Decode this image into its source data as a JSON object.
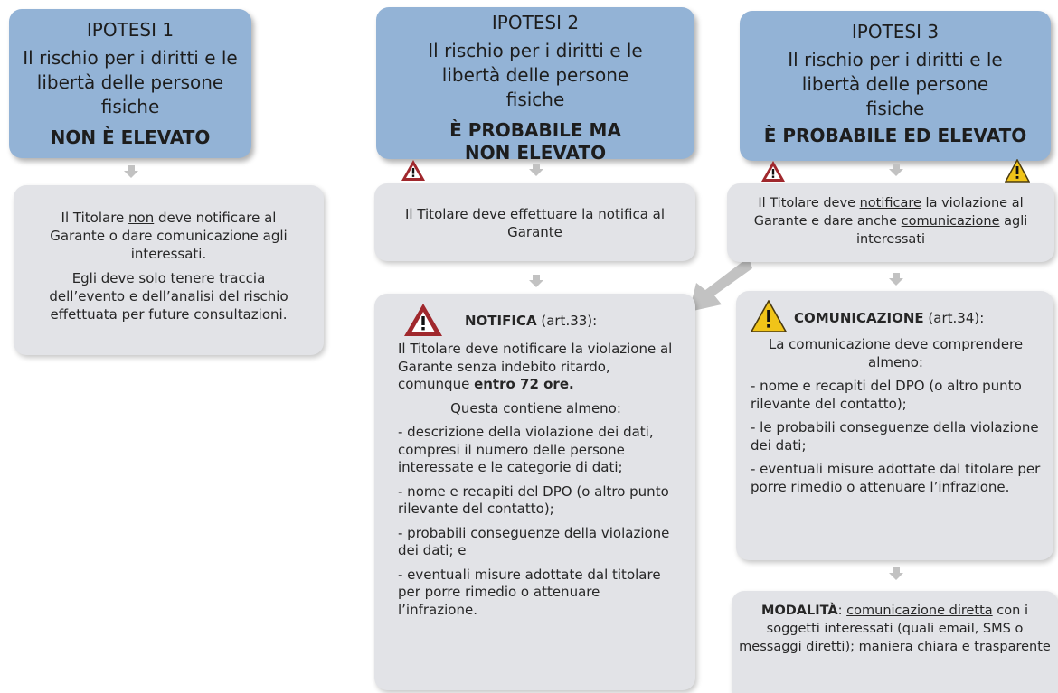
{
  "h1": {
    "t1": "IPOTESI 1",
    "t2": "Il rischio per i diritti e le libertà delle persone fisiche",
    "t3": "NON È ELEVATO"
  },
  "h2": {
    "t1": "IPOTESI 2",
    "t2": "Il rischio per i diritti e le libertà delle persone fisiche",
    "t3": "È PROBABILE MA NON ELEVATO"
  },
  "h3": {
    "t1": "IPOTESI 3",
    "t2": "Il rischio per i diritti e le libertà delle persone fisiche",
    "t3": "È PROBABILE ED ELEVATO"
  },
  "b1": {
    "p1a": "Il Titolare ",
    "p1u": "non",
    "p1b": " deve notificare al Garante o dare comunicazione agli interessati.",
    "p2": "Egli deve solo tenere traccia dell’evento e dell’analisi del rischio effettuata per future consultazioni."
  },
  "b2": {
    "a": "Il Titolare deve effettuare la ",
    "u": "notifica",
    "b": " al Garante"
  },
  "b3": {
    "a": "Il Titolare deve ",
    "u1": "notificare",
    "b": " la violazione al Garante e dare anche ",
    "u2": "comunicazione",
    "c": " agli interessati"
  },
  "notifica": {
    "title": "NOTIFICA",
    "ref": " (art.33):",
    "p1a": "Il Titolare deve notificare la violazione al Garante senza indebito ritardo, comunque ",
    "p1b": "entro 72 ore.",
    "p2": "Questa contiene almeno:",
    "items": [
      "- descrizione della violazione dei dati, compresi il numero delle persone interessate e le categorie di dati;",
      "- nome e recapiti del DPO (o altro punto rilevante del contatto);",
      "- probabili conseguenze della violazione dei dati; e",
      "- eventuali misure adottate dal titolare per porre rimedio o attenuare l’infrazione."
    ]
  },
  "comunicazione": {
    "title": "COMUNICAZIONE",
    "ref": " (art.34):",
    "p1": "La comunicazione deve comprendere almeno:",
    "items": [
      "- nome e recapiti del DPO (o altro punto rilevante del contatto);",
      "- le probabili conseguenze della violazione dei dati;",
      "- eventuali misure adottate dal titolare per porre rimedio o attenuare l’infrazione."
    ]
  },
  "modalita": {
    "title": "MODALITÀ",
    "colon": ": ",
    "u": "comunicazione diretta",
    "rest": " con i soggetti interessati (quali email, SMS o messaggi diretti); maniera chiara e trasparente"
  },
  "colors": {
    "header": "#93b3d6",
    "box": "#e2e3e7",
    "red_warning": "#a0282d",
    "yellow_warning": "#f0c419",
    "arrow": "#c2c2c2"
  }
}
